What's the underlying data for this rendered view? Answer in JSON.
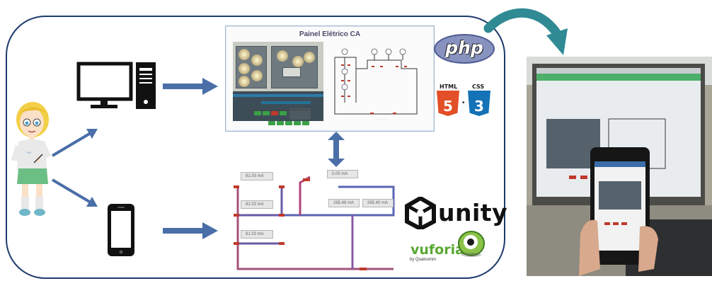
{
  "panel": {
    "title": "Painel Elétrico CA"
  },
  "current_readings": [
    "81.03 mA",
    "0.00 mA",
    "81.03 mA",
    "265.48 mA",
    "265.40 mA",
    "81.03 mA"
  ],
  "logos": {
    "php": "php",
    "html": "HTML",
    "html_num": "5",
    "css": "CSS",
    "css_num": "3",
    "unity": "unity",
    "vuforia": "vuforia",
    "vuforia_by": "by Qualcomm"
  },
  "colors": {
    "frame": "#1d3b6b",
    "arrow": "#4a6fa8",
    "teal_arrow": "#2f8a94",
    "html5": "#e34f26",
    "css3": "#1572b6",
    "php": "#8892bf",
    "vuforia": "#5aa833"
  },
  "icons": [
    "student-avatar-icon",
    "desktop-computer-icon",
    "smartphone-icon",
    "unity-logo-icon",
    "vuforia-eye-icon"
  ]
}
